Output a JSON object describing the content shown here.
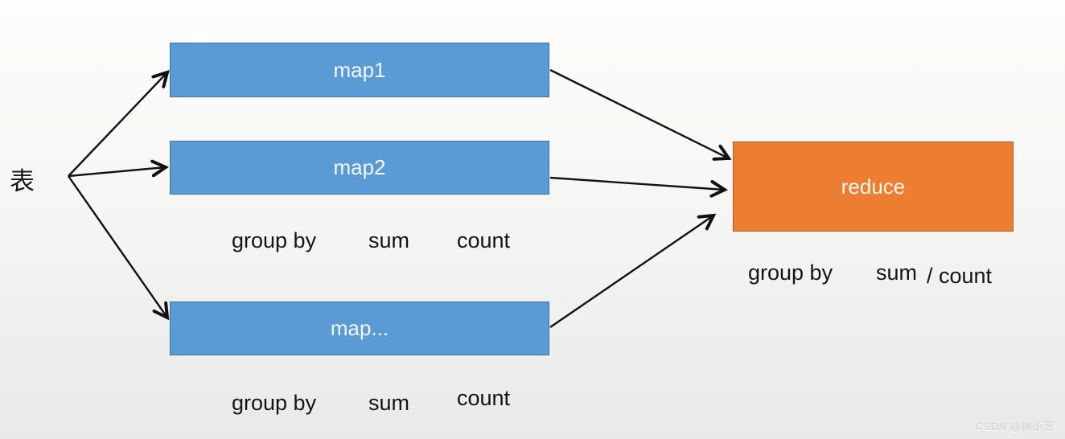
{
  "diagram": {
    "source_label": "表",
    "maps": [
      {
        "label": "map1"
      },
      {
        "label": "map2"
      },
      {
        "label": "map..."
      }
    ],
    "reduce_label": "reduce",
    "map_ops_rows": [
      {
        "group_by": "group by",
        "sum": "sum",
        "count": "count"
      },
      {
        "group_by": "group by",
        "sum": "sum",
        "count": "count"
      }
    ],
    "reduce_ops": {
      "group_by": "group by",
      "sum": "sum",
      "count": "/ count"
    }
  },
  "watermark": "CSDN @柳小葱",
  "colors": {
    "map_fill": "#5b9bd5",
    "map_border": "#41719c",
    "reduce_fill": "#ed7d31",
    "reduce_border": "#ae5a21",
    "arrow": "#111111",
    "label_text": "#141414",
    "node_text": "#f6f9fc"
  }
}
